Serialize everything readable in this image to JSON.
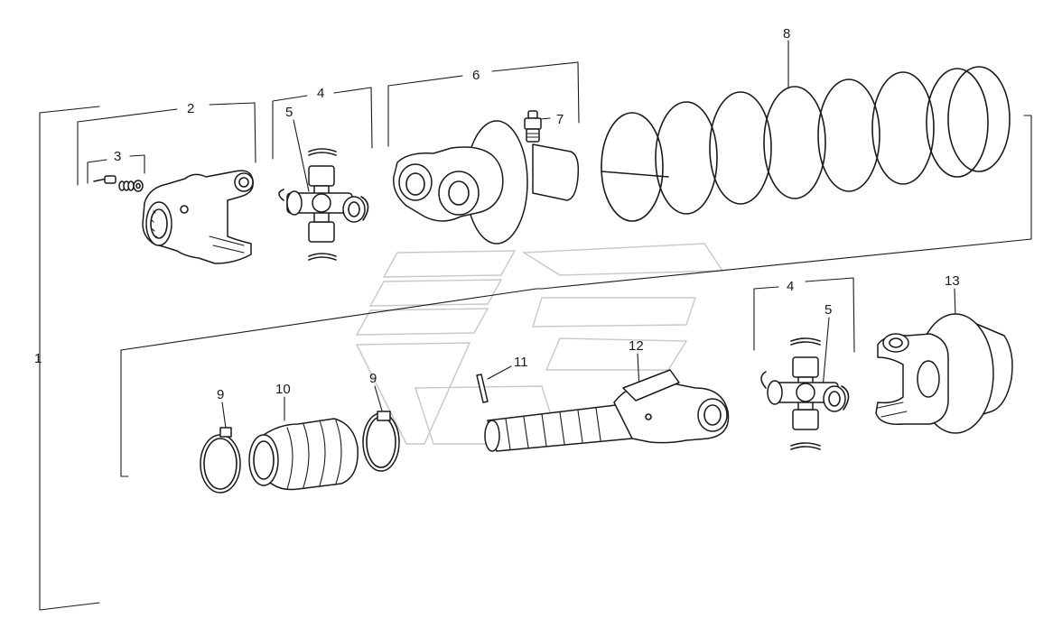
{
  "labels": {
    "p1": "1",
    "p2": "2",
    "p3": "3",
    "p4a": "4",
    "p5a": "5",
    "p6": "6",
    "p7": "7",
    "p8": "8",
    "p4b": "4",
    "p5b": "5",
    "p13": "13",
    "p9a": "9",
    "p10": "10",
    "p9b": "9",
    "p11": "11",
    "p12": "12"
  },
  "colors": {
    "line": "#1a1a1a",
    "watermark": "#c8c8c8",
    "background": "#ffffff"
  }
}
